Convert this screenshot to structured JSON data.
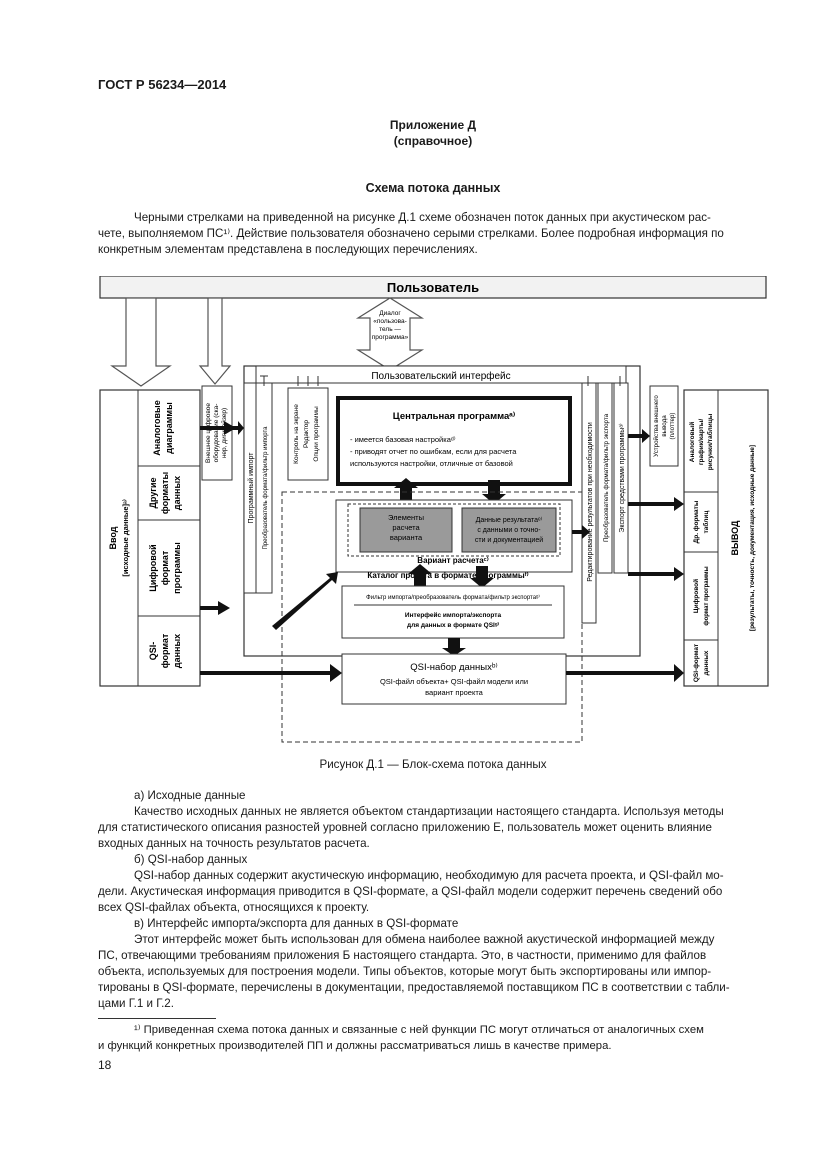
{
  "header": "ГОСТ Р 56234—2014",
  "appendix": {
    "title": "Приложение Д",
    "subtitle": "(справочное)"
  },
  "section_title": "Схема потока данных",
  "intro": [
    "Черными стрелками на приведенной на рисунке Д.1 схеме обозначен поток данных при акустическом рас-",
    "чете, выполняемом ПС¹⁾. Действие пользователя обозначено серыми стрелками. Более подробная информация по",
    "конкретным элементам представлена в последующих перечислениях."
  ],
  "diagram": {
    "user": "Пользователь",
    "dialog": [
      "Диалог",
      "«пользова-",
      "тель —",
      "программа»"
    ],
    "ui": "Пользовательский интерфейс",
    "input_title": [
      "Ввод",
      "[исходные данные]ᵃ⁾"
    ],
    "input_items": [
      [
        "Аналоговые",
        "диаграммы"
      ],
      [
        "Другие",
        "форматы",
        "данных"
      ],
      [
        "Цифровой",
        "формат",
        "программы"
      ],
      [
        "QSI-",
        "формат",
        "данных"
      ]
    ],
    "ext_device": [
      "Внешнее цифровое",
      "оборудование (ска-",
      "нер, дигитайзер)"
    ],
    "program_import": "Программный импорт",
    "import_converter": "Преобразователь формата/фильтр импорта",
    "screen_controls": [
      "Контроль на экране",
      "Редактор",
      "Опции программы"
    ],
    "central": {
      "title": "Центральная программаᵃ⁾",
      "lines": [
        "- имеется базовая настройкаᵈ⁾",
        "- приводят отчет по ошибкам, если для расчета",
        "используются настройки, отличные от базовой"
      ]
    },
    "elements": [
      "Элементы",
      "расчета",
      "варианта"
    ],
    "results": [
      "Данные результатаᵉ⁾",
      "с данными о точно-",
      "сти и документацией"
    ],
    "variant": "Вариант расчетаᶜ⁾",
    "catalog": "Каталог проекта в формате программыᶠ⁾",
    "filter": "Фильтр импорта/преобразователь формата/фильтр экспортаᵍ⁾",
    "interface_qsi": [
      "Интерфейс импорта/экспорта",
      "для данных в формате QSIᵍ⁾"
    ],
    "qsi_set": [
      "QSI-набор данныхᵇ⁾",
      "QSI-файл объекта+ QSI-файл модели или",
      "вариант проекта"
    ],
    "edit_results": "Редактирование результатов при необходимости",
    "export_converter": "Преобразователь формата/фильтр экспорта",
    "export_tools": "Экспорт средствами программыᵃ⁾",
    "ext_output": [
      "Устройства внешнего",
      "вывода",
      "(плоттер)"
    ],
    "output_title": [
      "ВЫВОД",
      "[результаты, точность, документация, исходные данные]"
    ],
    "output_items": [
      [
        "Аналоговый",
        "график/карты/",
        "рисунки/таблицы"
      ],
      [
        "Др. форматы",
        "таблиц"
      ],
      [
        "Цифровой",
        "формат программы"
      ],
      [
        "QSI-формат",
        "данных"
      ]
    ]
  },
  "figure_caption": "Рисунок Д.1 — Блок-схема потока данных",
  "items": [
    {
      "label": "а) Исходные данные",
      "text": [
        "Качество исходных данных не является объектом стандартизации настоящего стандарта. Используя методы",
        "для статистического описания разностей уровней согласно приложению Е, пользователь может оценить влияние",
        "входных данных на точность результатов расчета."
      ]
    },
    {
      "label": "б) QSI-набор данных",
      "text": [
        "QSI-набор данных содержит акустическую информацию, необходимую для расчета проекта, и QSI-файл мо-",
        "дели. Акустическая информация приводится в QSI-формате, а QSI-файл модели содержит перечень сведений обо",
        "всех QSI-файлах объекта, относящихся к проекту."
      ]
    },
    {
      "label": "в) Интерфейс импорта/экспорта для данных в QSI-формате",
      "text": [
        "Этот интерфейс может быть использован для обмена наиболее важной акустической информацией между",
        "ПС, отвечающими требованиям приложения Б настоящего стандарта. Это, в частности, применимо для файлов",
        "объекта, используемых для построения модели. Типы объектов, которые могут быть экспортированы или импор-",
        "тированы в QSI-формате, перечислены в документации, предоставляемой поставщиком ПС в соответствии с табли-",
        "цами Г.1 и Г.2."
      ]
    }
  ],
  "footnote": [
    "¹⁾ Приведенная схема потока данных и связанные с ней функции ПС могут отличаться от аналогичных схем",
    "и функций конкретных производителей ПП и должны рассматриваться лишь в качестве примера."
  ],
  "page_number": "18"
}
